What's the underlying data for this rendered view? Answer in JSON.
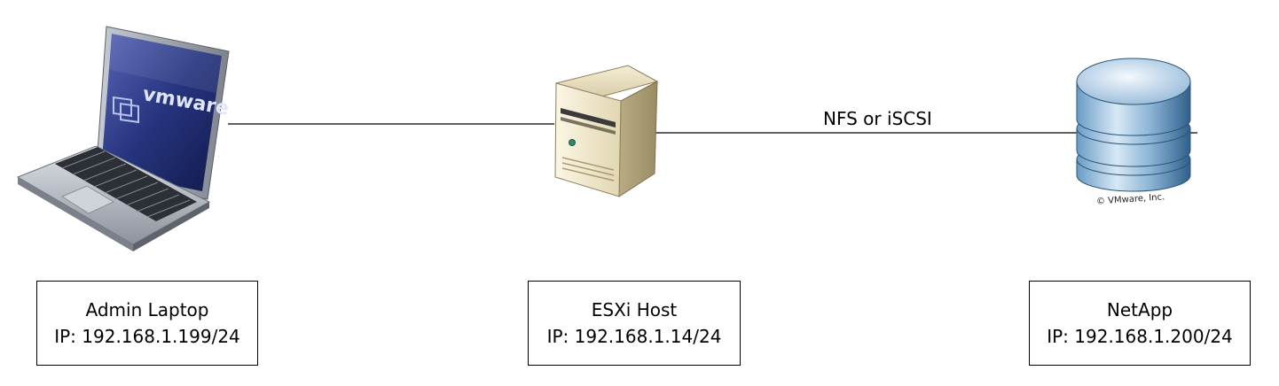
{
  "nodes": {
    "laptop": {
      "name": "Admin Laptop",
      "ip": "IP: 192.168.1.199/24",
      "screen_brand": "vmware"
    },
    "host": {
      "name": "ESXi Host",
      "ip": "IP: 192.168.1.14/24"
    },
    "netapp": {
      "name": "NetApp",
      "ip": "IP: 192.168.1.200/24",
      "copyright": "© VMware, Inc."
    }
  },
  "links": {
    "host_netapp_label": "NFS or iSCSI"
  },
  "colors": {
    "line": "#000000",
    "laptop_screen": "#1a2a6c",
    "laptop_body": "#b8bcc4",
    "server_body": "#e9dfc2",
    "db_blue": "#4e88b8"
  }
}
